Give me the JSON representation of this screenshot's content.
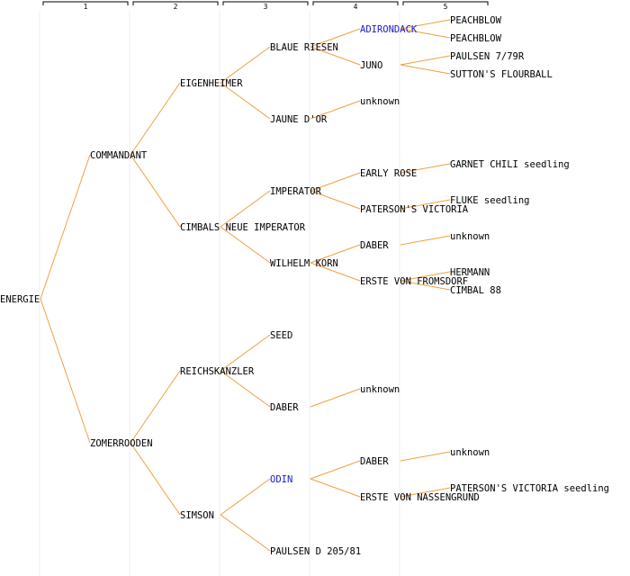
{
  "title": "",
  "generations": [
    "1",
    "2",
    "3",
    "4",
    "5"
  ],
  "colors": {
    "edge": "#f0a040",
    "text": "#000000",
    "highlight": "#1a1acc",
    "column_divider": "#ececec"
  },
  "tree": {
    "label": "ENERGIE",
    "children": [
      {
        "label": "COMMANDANT",
        "children": [
          {
            "label": "EIGENHEIMER",
            "children": [
              {
                "label": "BLAUE RIESEN",
                "children": [
                  {
                    "label": "ADIRONDACK",
                    "highlight": true,
                    "children": [
                      {
                        "label": "PEACHBLOW"
                      },
                      {
                        "label": "PEACHBLOW"
                      }
                    ]
                  },
                  {
                    "label": "JUNO",
                    "children": [
                      {
                        "label": "PAULSEN 7/79R"
                      },
                      {
                        "label": "SUTTON'S FLOURBALL"
                      }
                    ]
                  }
                ]
              },
              {
                "label": "JAUNE D'OR",
                "children": [
                  {
                    "label": "unknown"
                  }
                ]
              }
            ]
          },
          {
            "label": "CIMBALS NEUE IMPERATOR",
            "children": [
              {
                "label": "IMPERATOR",
                "children": [
                  {
                    "label": "EARLY ROSE",
                    "children": [
                      {
                        "label": "GARNET CHILI seedling"
                      }
                    ]
                  },
                  {
                    "label": "PATERSON'S VICTORIA",
                    "children": [
                      {
                        "label": "FLUKE seedling"
                      }
                    ]
                  }
                ]
              },
              {
                "label": "WILHELM KORN",
                "children": [
                  {
                    "label": "DABER",
                    "children": [
                      {
                        "label": "unknown"
                      }
                    ]
                  },
                  {
                    "label": "ERSTE VON FROMSDORF",
                    "children": [
                      {
                        "label": "HERMANN"
                      },
                      {
                        "label": "CIMBAL 88"
                      }
                    ]
                  }
                ]
              }
            ]
          }
        ]
      },
      {
        "label": "ZOMERROODEN",
        "children": [
          {
            "label": "REICHSKANZLER",
            "children": [
              {
                "label": "SEED"
              },
              {
                "label": "DABER",
                "children": [
                  {
                    "label": "unknown"
                  }
                ]
              }
            ]
          },
          {
            "label": "SIMSON",
            "children": [
              {
                "label": "ODIN",
                "highlight": true,
                "children": [
                  {
                    "label": "DABER",
                    "children": [
                      {
                        "label": "unknown"
                      }
                    ]
                  },
                  {
                    "label": "ERSTE VON NASSENGRUND",
                    "children": [
                      {
                        "label": "PATERSON'S VICTORIA seedling"
                      }
                    ]
                  }
                ]
              },
              {
                "label": "PAULSEN D 205/81"
              }
            ]
          }
        ]
      }
    ]
  }
}
